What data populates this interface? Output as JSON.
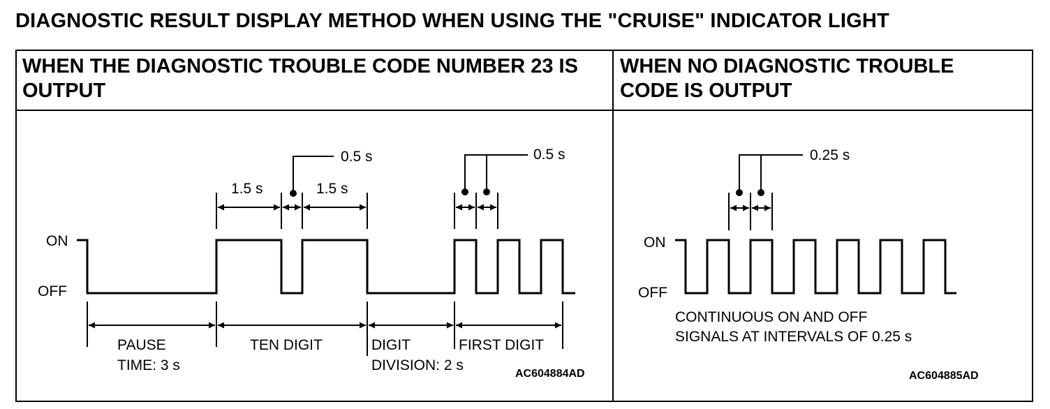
{
  "title": "DIAGNOSTIC RESULT DISPLAY METHOD WHEN USING THE \"CRUISE\" INDICATOR LIGHT",
  "left_panel": {
    "header": "WHEN THE DIAGNOSTIC TROUBLE CODE NUMBER 23 IS OUTPUT",
    "on_label": "ON",
    "off_label": "OFF",
    "t_long_1": "1.5 s",
    "t_long_2": "1.5 s",
    "t_short_ten": "0.5 s",
    "t_short_first": "0.5 s",
    "seg_pause_1": "PAUSE",
    "seg_pause_2": "TIME: 3 s",
    "seg_ten": "TEN DIGIT",
    "seg_div_1": "DIGIT",
    "seg_div_2": "DIVISION: 2 s",
    "seg_first": "FIRST DIGIT",
    "figure_code": "AC604884AD"
  },
  "right_panel": {
    "header": "WHEN NO DIAGNOSTIC TROUBLE CODE IS OUTPUT",
    "on_label": "ON",
    "off_label": "OFF",
    "t_interval": "0.25 s",
    "desc_1": "CONTINUOUS ON AND OFF",
    "desc_2": "SIGNALS AT INTERVALS OF 0.25 s",
    "figure_code": "AC604885AD"
  }
}
